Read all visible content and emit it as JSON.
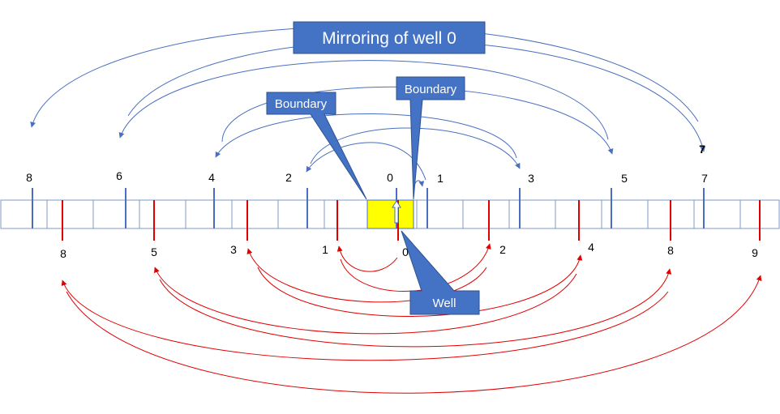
{
  "title": "Mirroring of well 0",
  "callouts": {
    "boundary_left": "Boundary",
    "boundary_right": "Boundary",
    "well": "Well"
  },
  "colors": {
    "blue": "#4a6fc0",
    "red": "#e00000",
    "cell_border": "#7f98c8",
    "well_fill": "#ffff00",
    "callout_fill": "#4472c4",
    "callout_border": "#2f528f"
  },
  "blue_labels": [
    "8",
    "6",
    "4",
    "2",
    "0",
    "1",
    "3",
    "5",
    "7",
    "7"
  ],
  "red_labels": [
    "8",
    "5",
    "3",
    "1",
    "0",
    "2",
    "4",
    "8",
    "9"
  ]
}
